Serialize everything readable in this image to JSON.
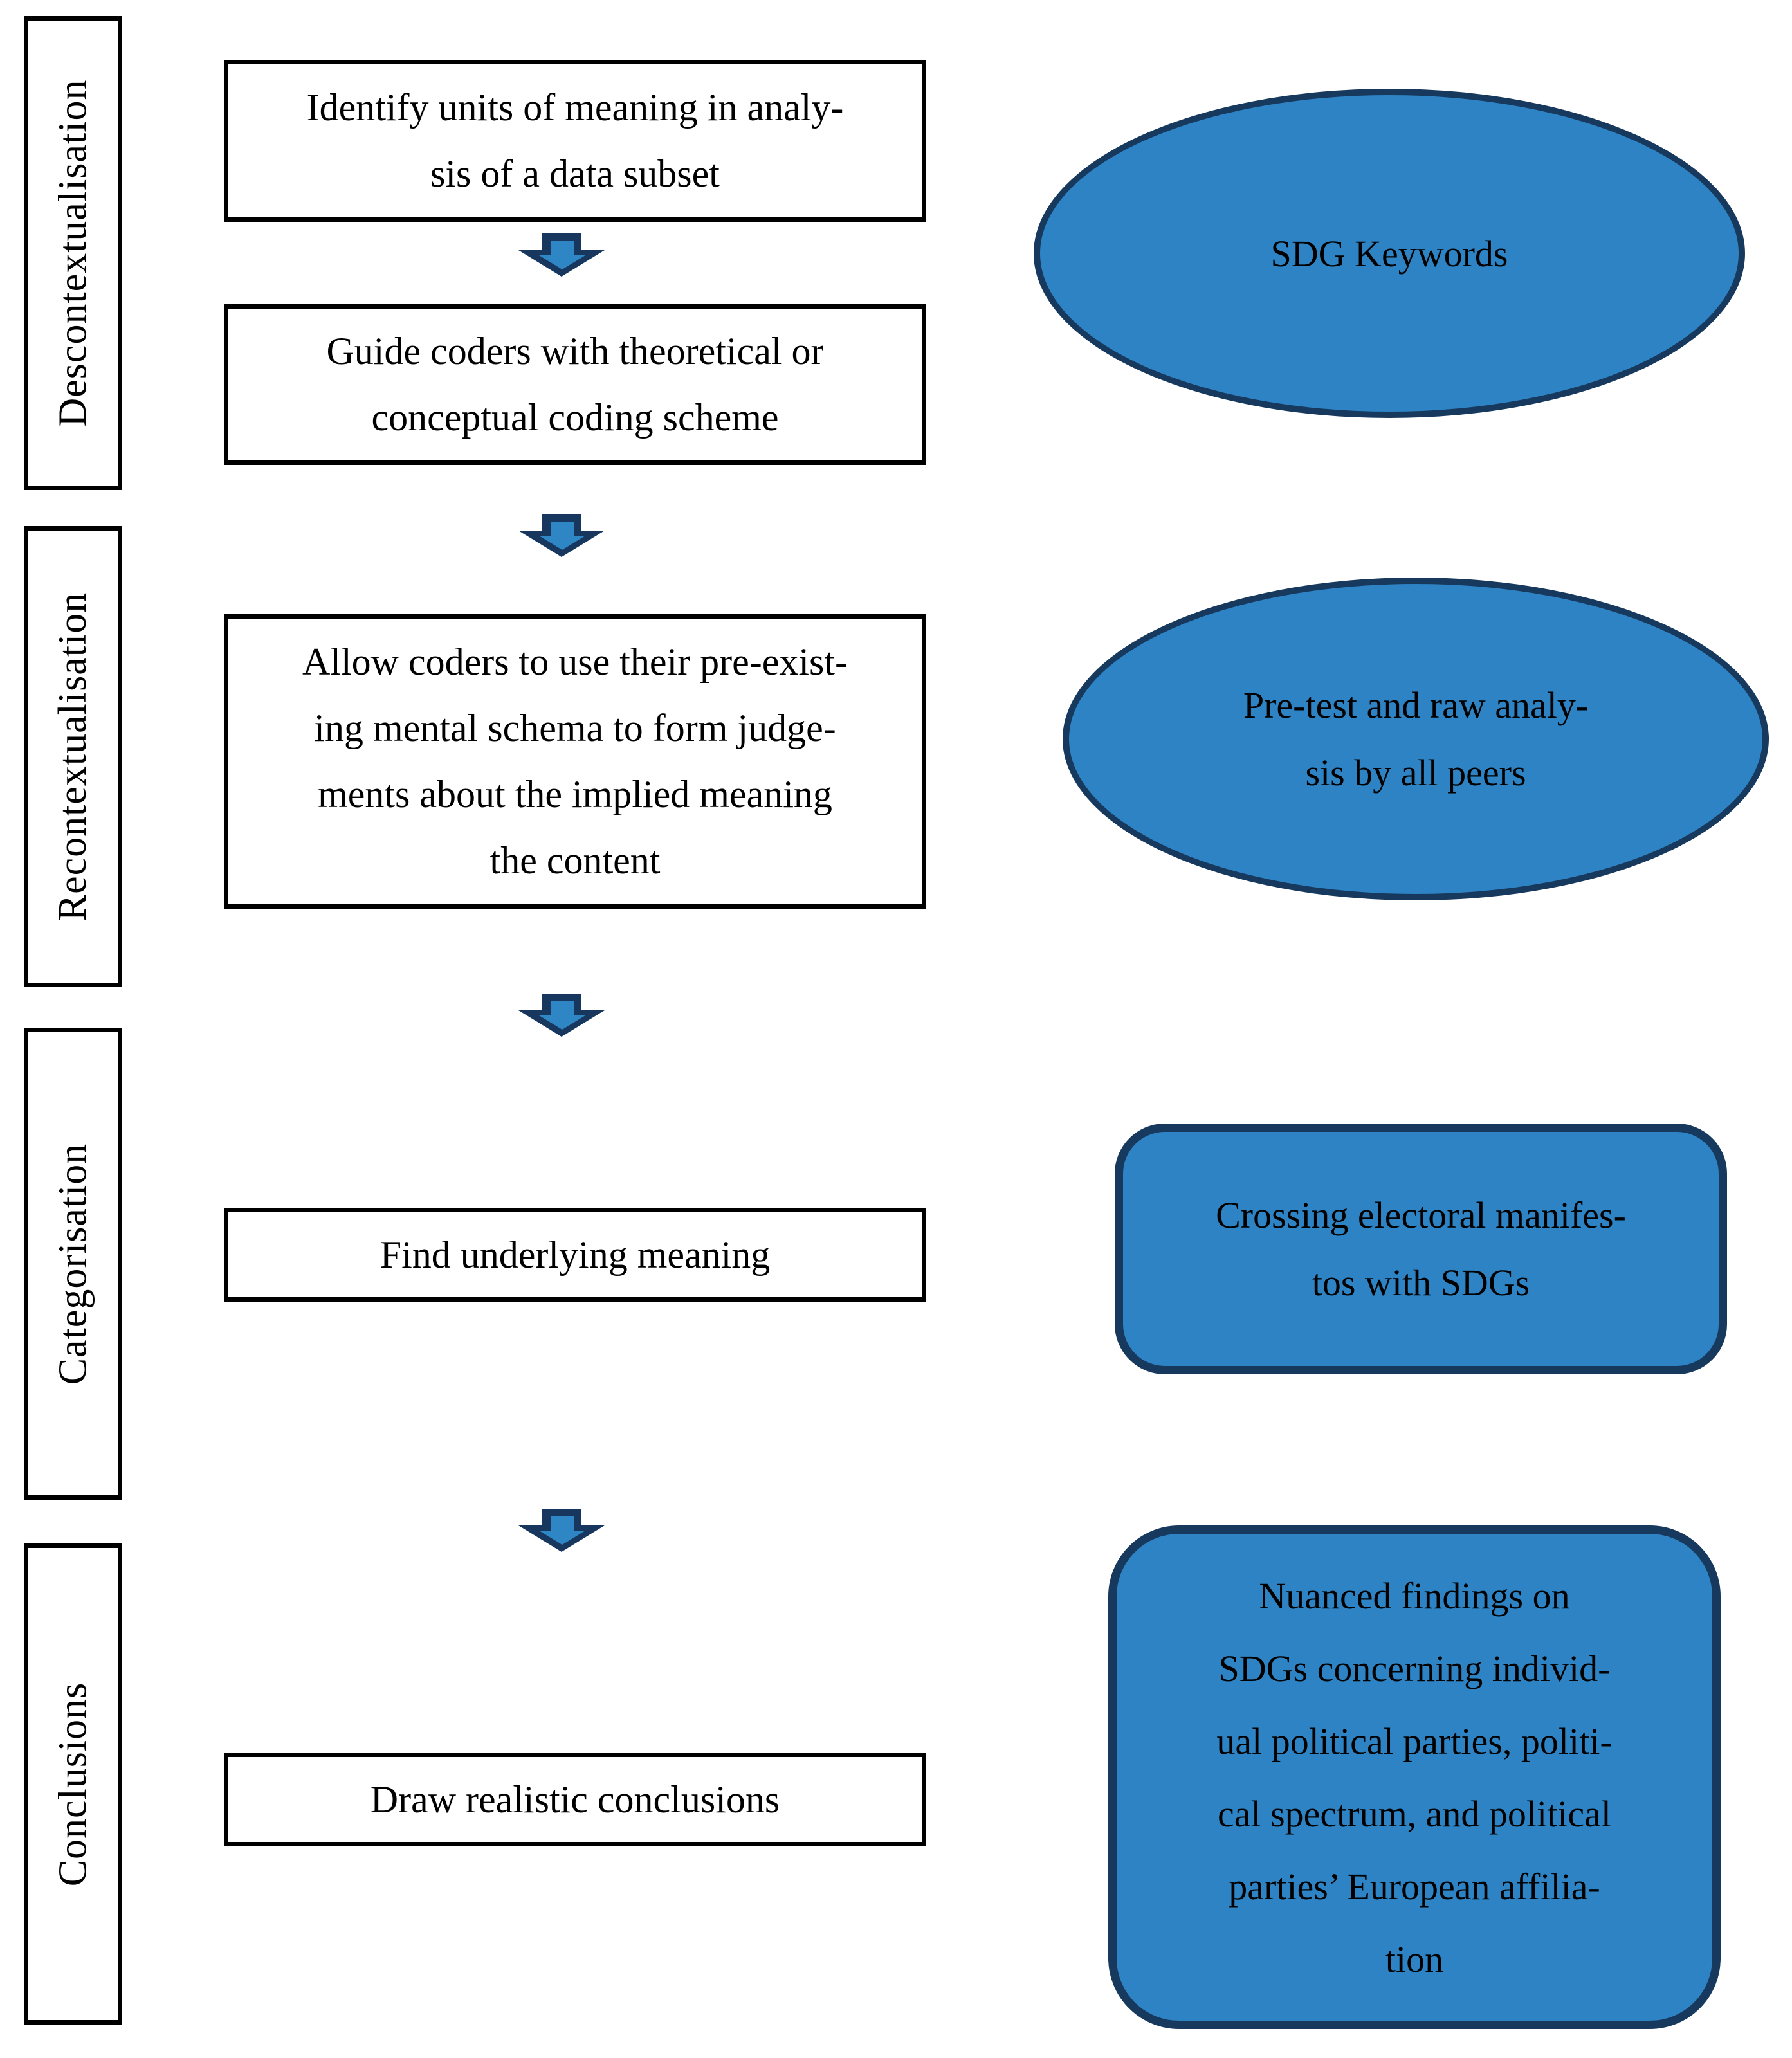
{
  "colors": {
    "background": "#ffffff",
    "box_border": "#000000",
    "text": "#000000",
    "shape_fill": "#2e83c4",
    "shape_border": "#17395e",
    "arrow_dark": "#17375e",
    "arrow_light": "#2e86c4"
  },
  "sidebar_stages": [
    {
      "label": "Descontextualisation"
    },
    {
      "label": "Recontextualisation"
    },
    {
      "label": "Categorisation"
    },
    {
      "label": "Conclusions"
    }
  ],
  "flow_boxes": [
    {
      "lines": [
        "Identify units of meaning in analy-",
        "sis of a data subset"
      ]
    },
    {
      "lines": [
        "Guide coders with theoretical or",
        "conceptual coding scheme"
      ]
    },
    {
      "lines": [
        "Allow coders to use their pre-exist-",
        "ing mental schema to form judge-",
        "ments about the implied meaning",
        "the content"
      ]
    },
    {
      "lines": [
        "Find underlying meaning"
      ]
    },
    {
      "lines": [
        "Draw realistic conclusions"
      ]
    }
  ],
  "output_shapes": [
    {
      "shape": "ellipse",
      "lines": [
        "SDG Keywords"
      ]
    },
    {
      "shape": "ellipse",
      "lines": [
        "Pre-test and raw analy-",
        "sis by all peers"
      ]
    },
    {
      "shape": "rounded-rect",
      "lines": [
        "Crossing electoral manifes-",
        "tos with SDGs"
      ]
    },
    {
      "shape": "rounded-rect",
      "lines": [
        "Nuanced findings on",
        "SDGs concerning individ-",
        "ual political parties, politi-",
        "cal spectrum, and political",
        "parties’ European affilia-",
        "tion"
      ]
    }
  ]
}
